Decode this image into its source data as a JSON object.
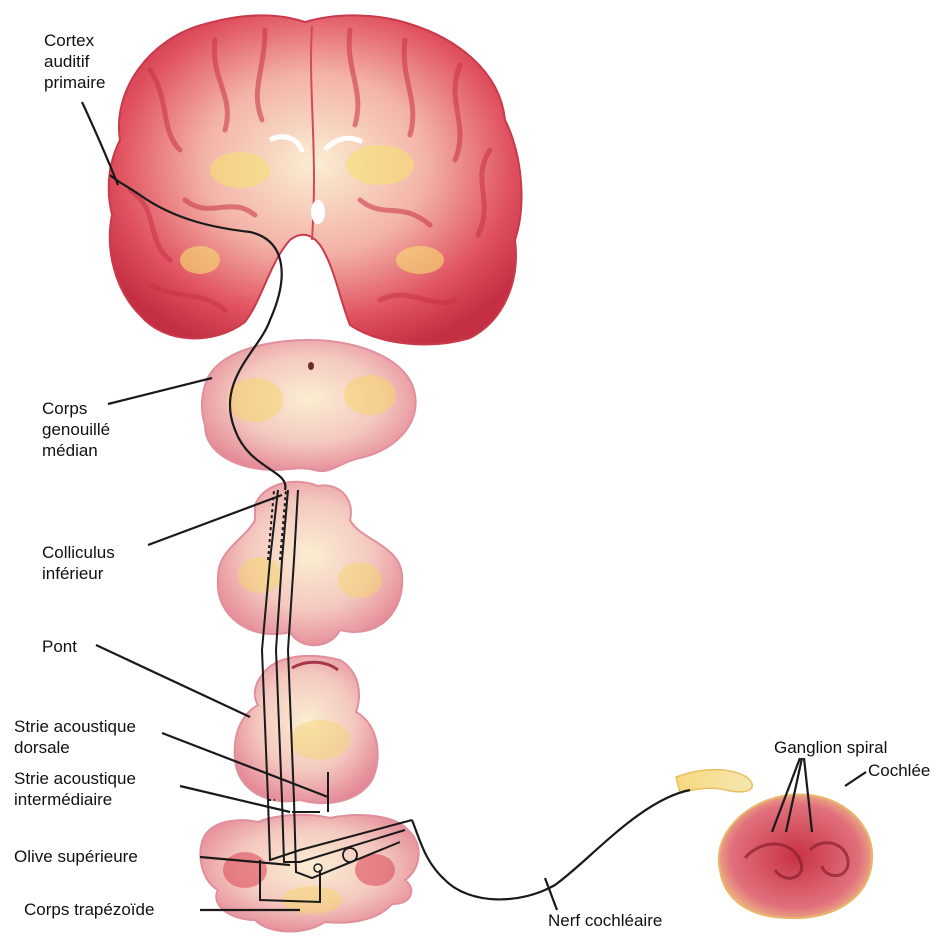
{
  "labels": {
    "cortex": [
      "Cortex",
      "auditif",
      "primaire"
    ],
    "genouille": [
      "Corps",
      "genouillé",
      "médian"
    ],
    "colliculus": [
      "Colliculus",
      "inférieur"
    ],
    "pont": "Pont",
    "strie_dorsale": [
      "Strie acoustique",
      "dorsale"
    ],
    "strie_intermediaire": [
      "Strie acoustique",
      "intermédiaire"
    ],
    "olive": "Olive supérieure",
    "trapezoide": "Corps trapézoïde",
    "nerf": "Nerf cochléaire",
    "ganglion": "Ganglion spiral",
    "cochlee": "Cochlée"
  },
  "colors": {
    "tissue_red": "#d93a4a",
    "tissue_pink": "#ec9aa6",
    "tissue_yellow": "#f6dc6a",
    "tissue_cream": "#fbeed2",
    "pathway": "#1a1a1a"
  }
}
